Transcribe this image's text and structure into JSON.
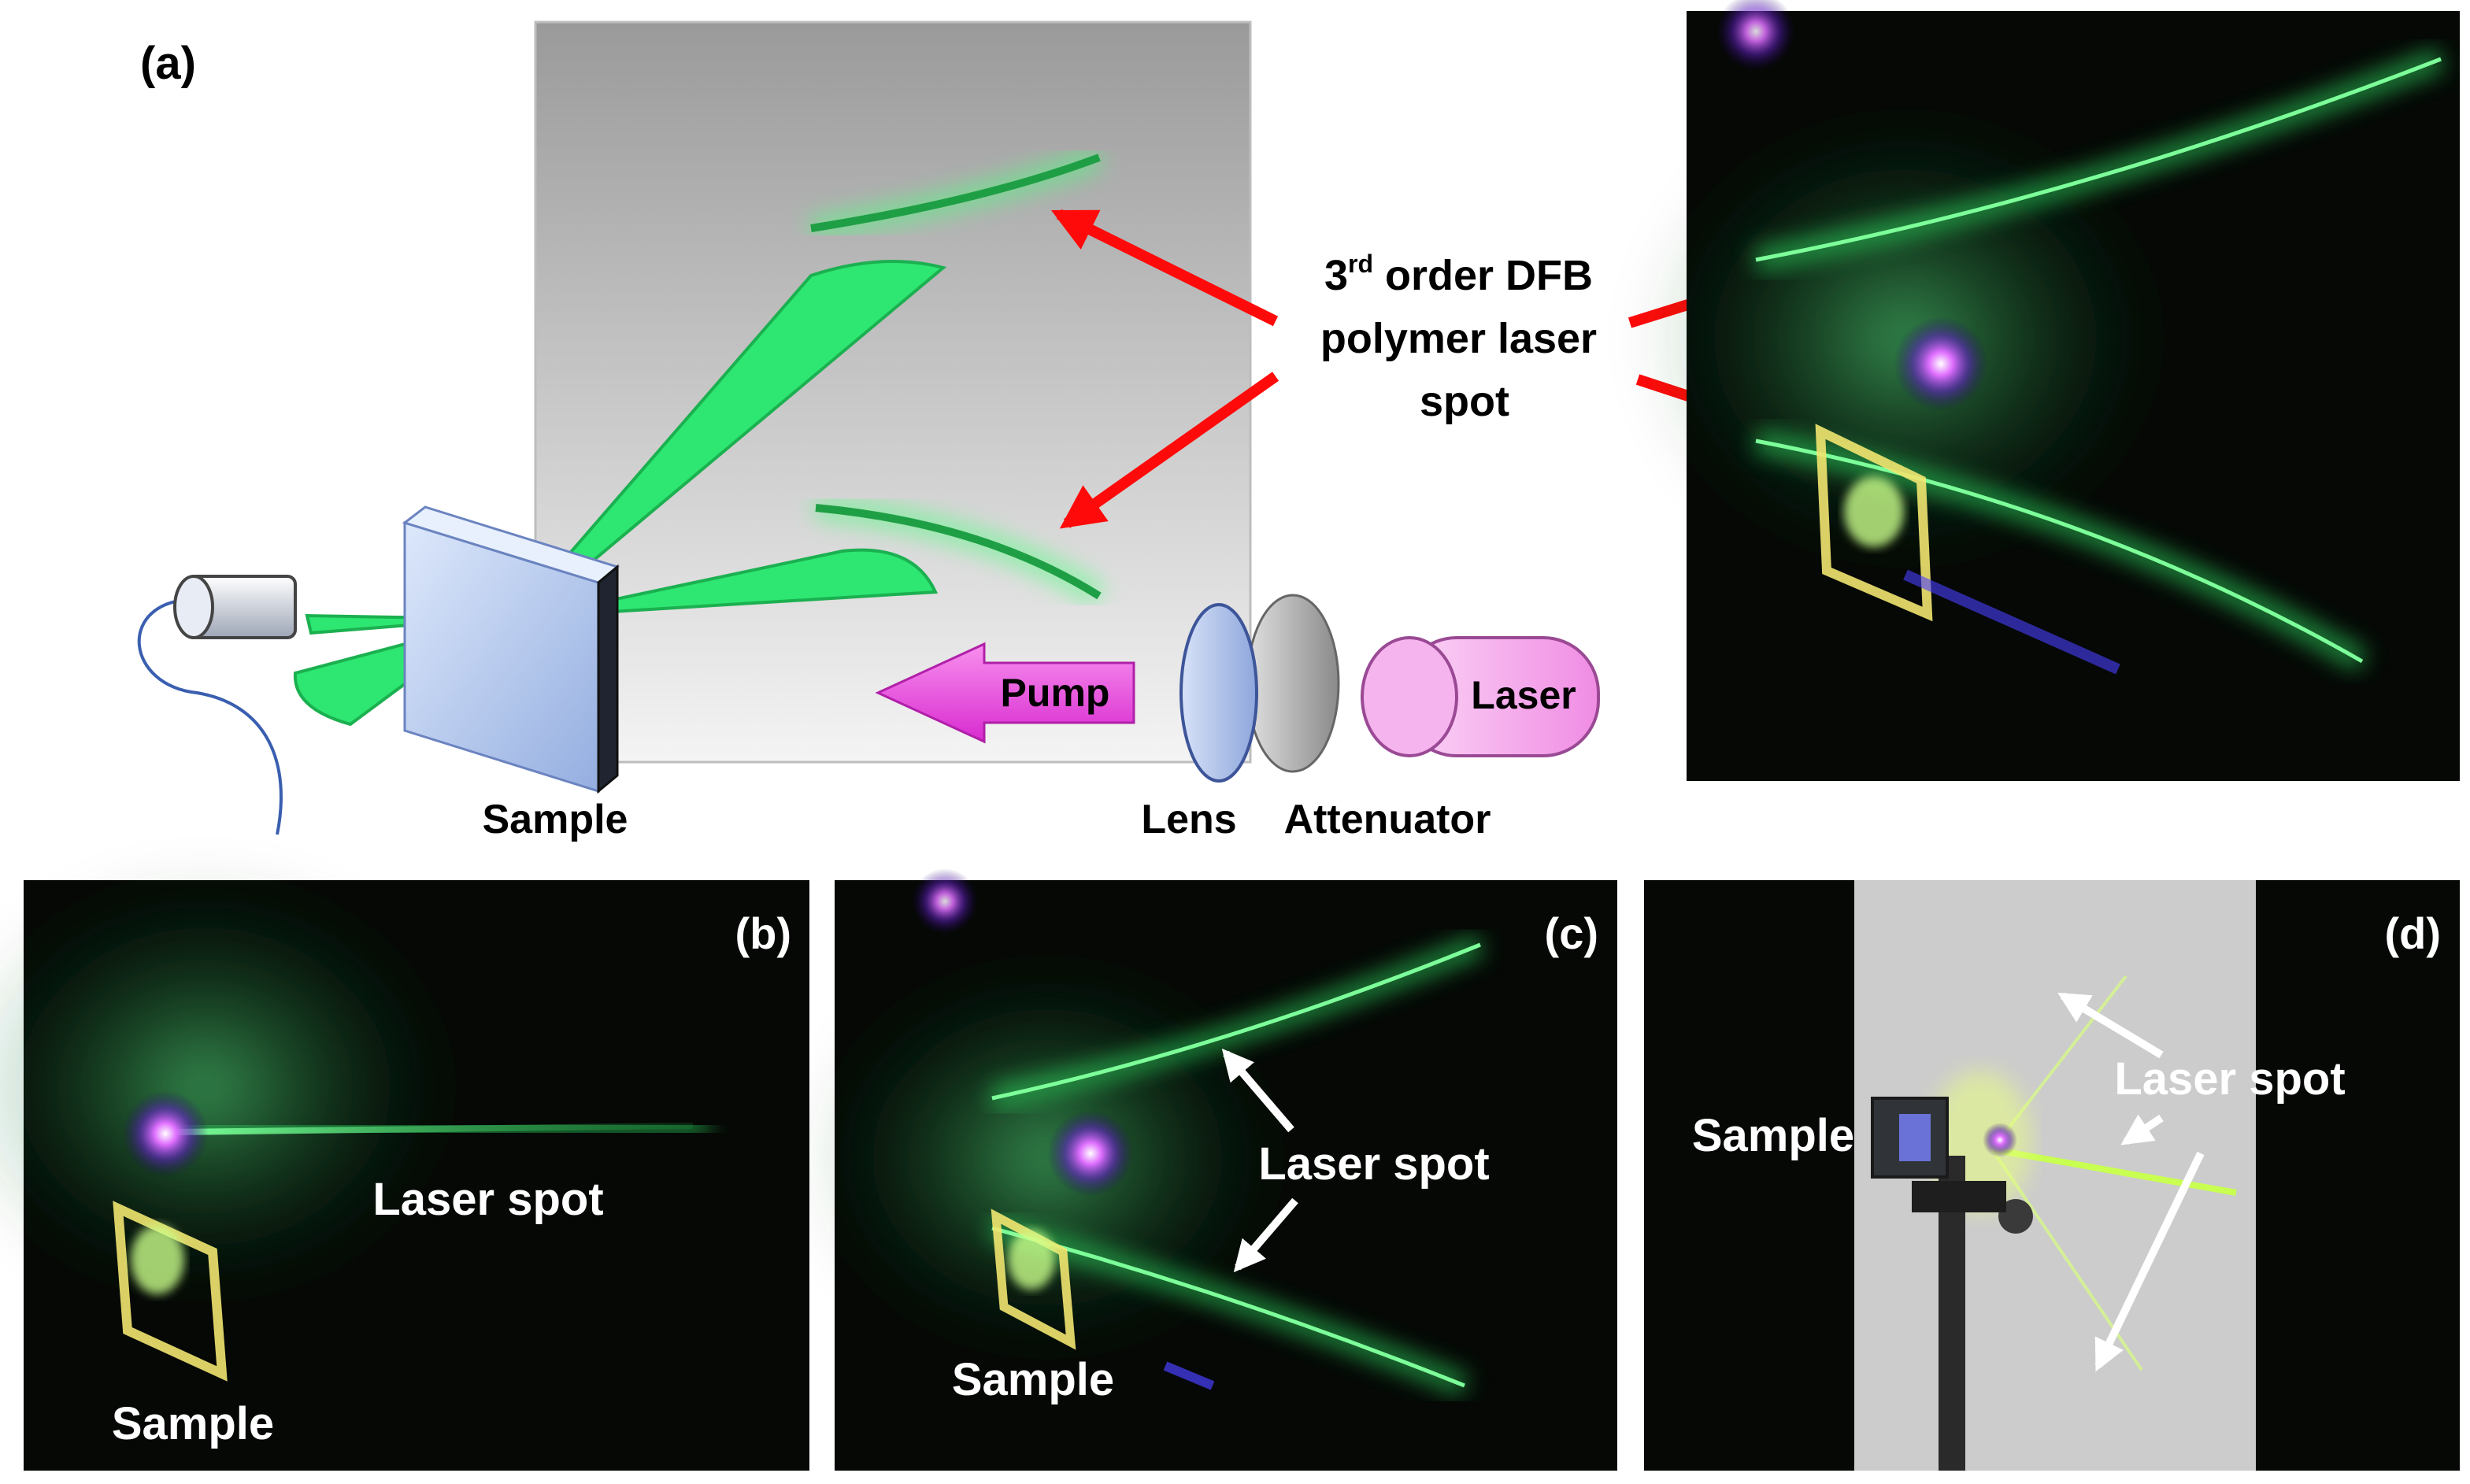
{
  "panel_a": {
    "label": "(a)",
    "callout_lines": [
      "3",
      "rd",
      " order DFB",
      "polymer laser",
      "spot"
    ],
    "labels": {
      "sample": "Sample",
      "pump": "Pump",
      "laser": "Laser",
      "lens": "Lens",
      "attenuator": "Attenuator"
    }
  },
  "panel_b": {
    "label": "(b)",
    "laser_spot": "Laser spot",
    "sample": "Sample"
  },
  "panel_c": {
    "label": "(c)",
    "laser_spot": "Laser spot",
    "sample": "Sample"
  },
  "panel_d": {
    "label": "(d)",
    "laser_spot": "Laser spot",
    "sample": "Sample"
  },
  "colors": {
    "beam_green": "#22e06a",
    "arrow_red": "#ff0a0a",
    "pump_magenta": "#f050e0",
    "laser_pink": "#f8b0f0",
    "lens_blue": "#b8c8ee",
    "sample_blue": "#b0c8f0",
    "photo_bg": "#050805",
    "spot_violet": "#c040ff"
  }
}
